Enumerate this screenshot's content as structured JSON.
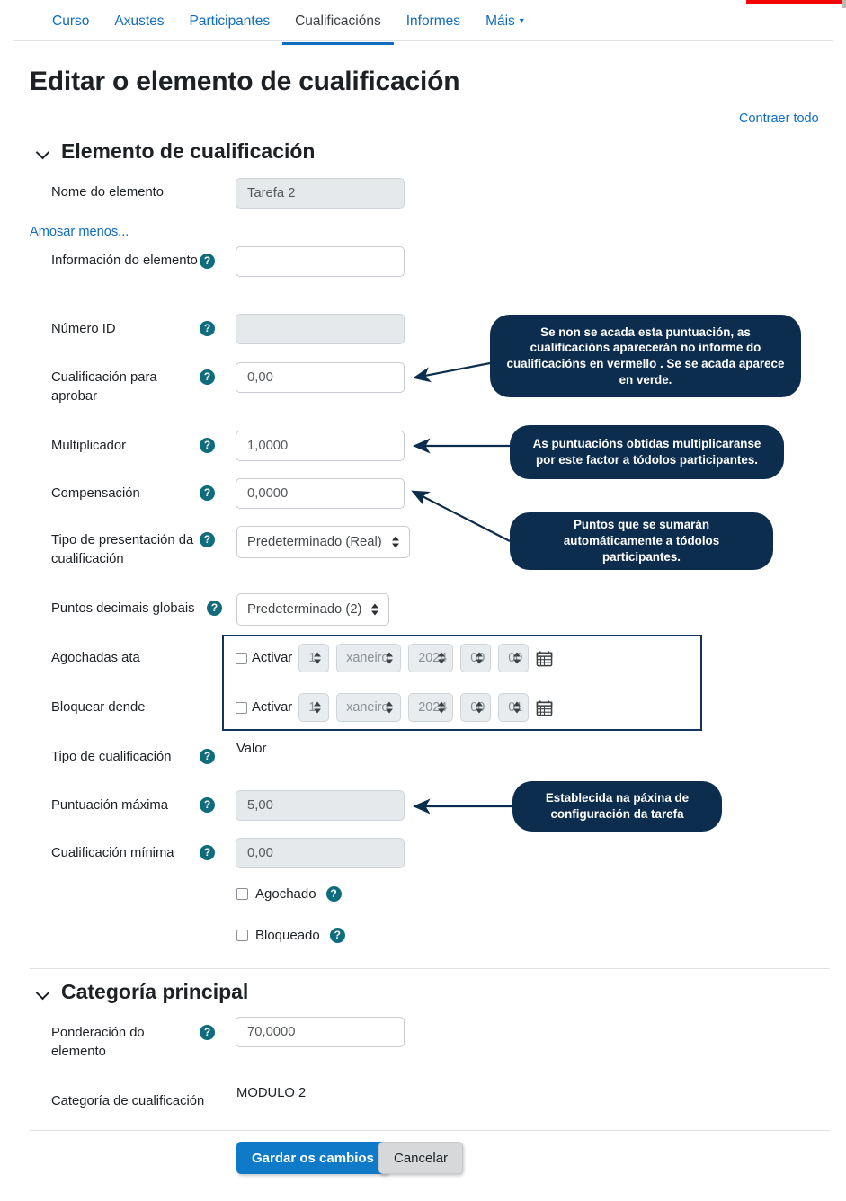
{
  "nav": {
    "items": [
      {
        "label": "Curso",
        "active": false,
        "caret": false
      },
      {
        "label": "Axustes",
        "active": false,
        "caret": false
      },
      {
        "label": "Participantes",
        "active": false,
        "caret": false
      },
      {
        "label": "Cualificacións",
        "active": true,
        "caret": false
      },
      {
        "label": "Informes",
        "active": false,
        "caret": false
      },
      {
        "label": "Máis",
        "active": false,
        "caret": true
      }
    ]
  },
  "page": {
    "title": "Editar o elemento de cualificación",
    "collapse_all": "Contraer todo"
  },
  "sections": {
    "grade_item": {
      "title": "Elemento de cualificación",
      "show_less": "Amosar menos...",
      "fields": {
        "item_name": {
          "label": "Nome do elemento",
          "value": "Tarefa 2"
        },
        "item_info": {
          "label": "Información do elemento",
          "value": ""
        },
        "id_number": {
          "label": "Número ID",
          "value": ""
        },
        "grade_to_pass": {
          "label": "Cualificación para aprobar",
          "value": "0,00"
        },
        "multiplier": {
          "label": "Multiplicador",
          "value": "1,0000"
        },
        "offset": {
          "label": "Compensación",
          "value": "0,0000"
        },
        "display_type": {
          "label": "Tipo de presentación da cualificación",
          "value": "Predeterminado (Real)"
        },
        "decimal_points": {
          "label": "Puntos decimais globais",
          "value": "Predeterminado (2)"
        },
        "hidden_until": {
          "label": "Agochadas ata"
        },
        "locked_after": {
          "label": "Bloquear dende"
        },
        "grade_type": {
          "label": "Tipo de cualificación",
          "value": "Valor"
        },
        "max_grade": {
          "label": "Puntuación máxima",
          "value": "5,00"
        },
        "min_grade": {
          "label": "Cualificación mínima",
          "value": "0,00"
        },
        "hidden": {
          "label": "Agochado"
        },
        "locked": {
          "label": "Bloqueado"
        }
      },
      "date_rows": [
        {
          "enable_label": "Activar",
          "day": "1",
          "month": "xaneiro",
          "year": "2024",
          "hour": "00",
          "minute": "00"
        },
        {
          "enable_label": "Activar",
          "day": "1",
          "month": "xaneiro",
          "year": "2024",
          "hour": "00",
          "minute": "01"
        }
      ]
    },
    "main_category": {
      "title": "Categoría principal",
      "fields": {
        "item_weight": {
          "label": "Ponderación do elemento",
          "value": "70,0000"
        },
        "grade_category": {
          "label": "Categoría de cualificación",
          "value": "MODULO 2"
        }
      }
    }
  },
  "callouts": [
    {
      "text": "Se non se acada esta puntuación, as cualificacións aparecerán no informe do cualificacións en vermello . Se se acada aparece en verde."
    },
    {
      "text": "As puntuacións obtidas multiplicaranse por este factor a tódolos participantes."
    },
    {
      "text": "Puntos que se sumarán automáticamente a tódolos participantes."
    },
    {
      "text": "Establecida na páxina de configuración da tarefa"
    }
  ],
  "buttons": {
    "save": "Gardar os cambios",
    "cancel": "Cancelar"
  },
  "colors": {
    "link": "#0f6cbf",
    "help_icon": "#0f6c7d",
    "callout_bg": "#0d2d4e",
    "primary_button": "#0f7ac7",
    "accent_red": "#f30505",
    "outline_highlight": "#12355b"
  },
  "icons": {
    "help": "?",
    "calendar": "calendar-icon",
    "chevron_down": "chevron-down-icon"
  }
}
